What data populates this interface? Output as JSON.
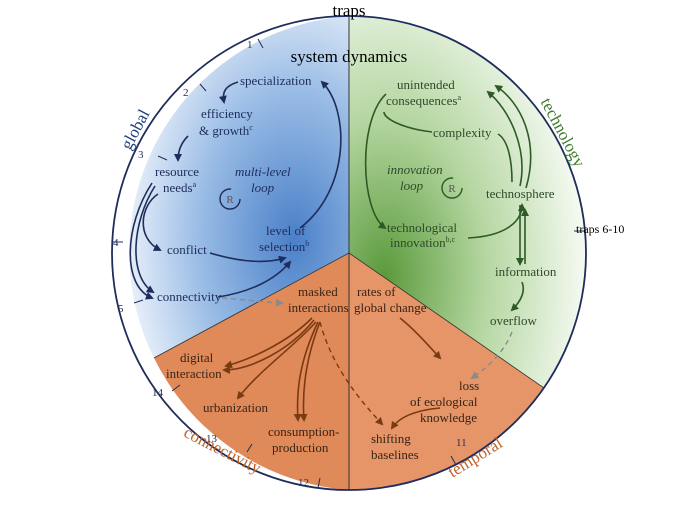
{
  "title": "traps",
  "center_title": "system dynamics",
  "colors": {
    "global": "#4a80c8",
    "technology": "#5a9a3c",
    "connectivity": "#e08a5a",
    "blue_text": "#22407a",
    "green_text": "#3f7d2e",
    "brown_text": "#c0622a",
    "blue_arrow": "#1f2d5c",
    "green_arrow": "#2e5a26",
    "brown_arrow": "#7a3a12"
  },
  "sectors": {
    "global": "global",
    "technology": "technology",
    "connectivity": "connectivity",
    "temporal": "temporal"
  },
  "numbers": {
    "n1": "1",
    "n2": "2",
    "n3": "3",
    "n4": "4",
    "n5": "5",
    "n11": "11",
    "n12": "12",
    "n13": "13",
    "n14": "14",
    "traps_6_10": "traps 6-10"
  },
  "global_nodes": {
    "specialization": "specialization",
    "efficiency": "efficiency",
    "growth": "& growth",
    "growth_sup": "c",
    "resource": "resource",
    "needs": "needs",
    "needs_sup": "a",
    "multilevel": "multi-level",
    "loop": "loop",
    "r": "R",
    "conflict": "conflict",
    "level_of": "level of",
    "selection": "selection",
    "selection_sup": "b",
    "connectivity": "connectivity"
  },
  "tech_nodes": {
    "unintended": "unintended",
    "consequences": "consequences",
    "consequences_sup": "a",
    "complexity": "complexity",
    "innovation": "innovation",
    "loop": "loop",
    "r": "R",
    "technosphere": "technosphere",
    "technological": "technological",
    "innovation2": "innovation",
    "innovation2_sup": "b,c",
    "information": "information",
    "overflow": "overflow"
  },
  "conn_nodes": {
    "masked": "masked",
    "interactions": "interactions",
    "digital": "digital",
    "interaction": "interaction",
    "urbanization": "urbanization",
    "consumption": "consumption-",
    "production": "production",
    "rates": "rates of",
    "global_change": "global change",
    "loss": "loss",
    "of_ecological": "of ecological",
    "knowledge": "knowledge",
    "shifting": "shifting",
    "baselines": "baselines"
  }
}
